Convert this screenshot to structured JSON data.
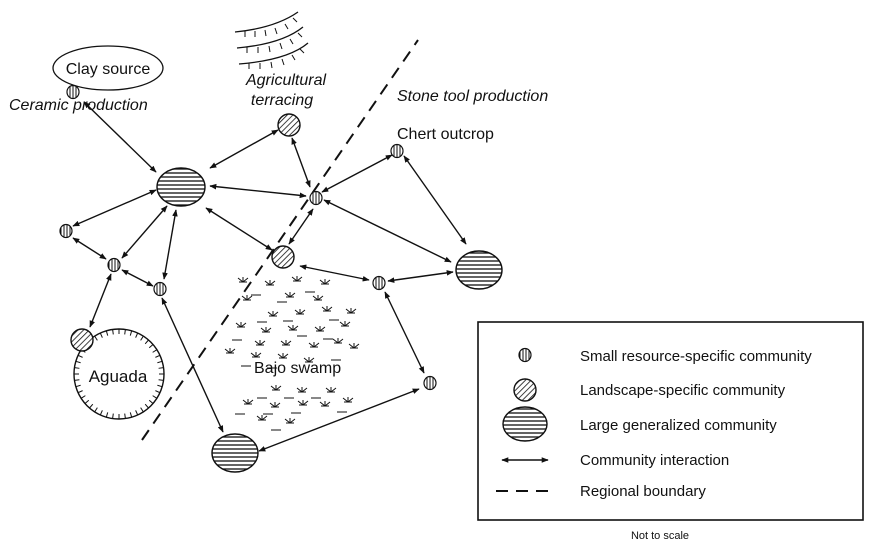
{
  "labels": {
    "clay_source": "Clay source",
    "ceramic_production": "Ceramic production",
    "agricultural": "Agricultural",
    "terracing": "terracing",
    "stone_tool_production": "Stone tool production",
    "chert_outcrop": "Chert outcrop",
    "aguada": "Aguada",
    "bajo_swamp": "Bajo swamp"
  },
  "legend": {
    "small": "Small resource-specific community",
    "landscape": "Landscape-specific community",
    "large": "Large generalized community",
    "interaction": "Community interaction",
    "boundary": "Regional boundary"
  },
  "footer": {
    "scale_note": "Not to scale"
  }
}
